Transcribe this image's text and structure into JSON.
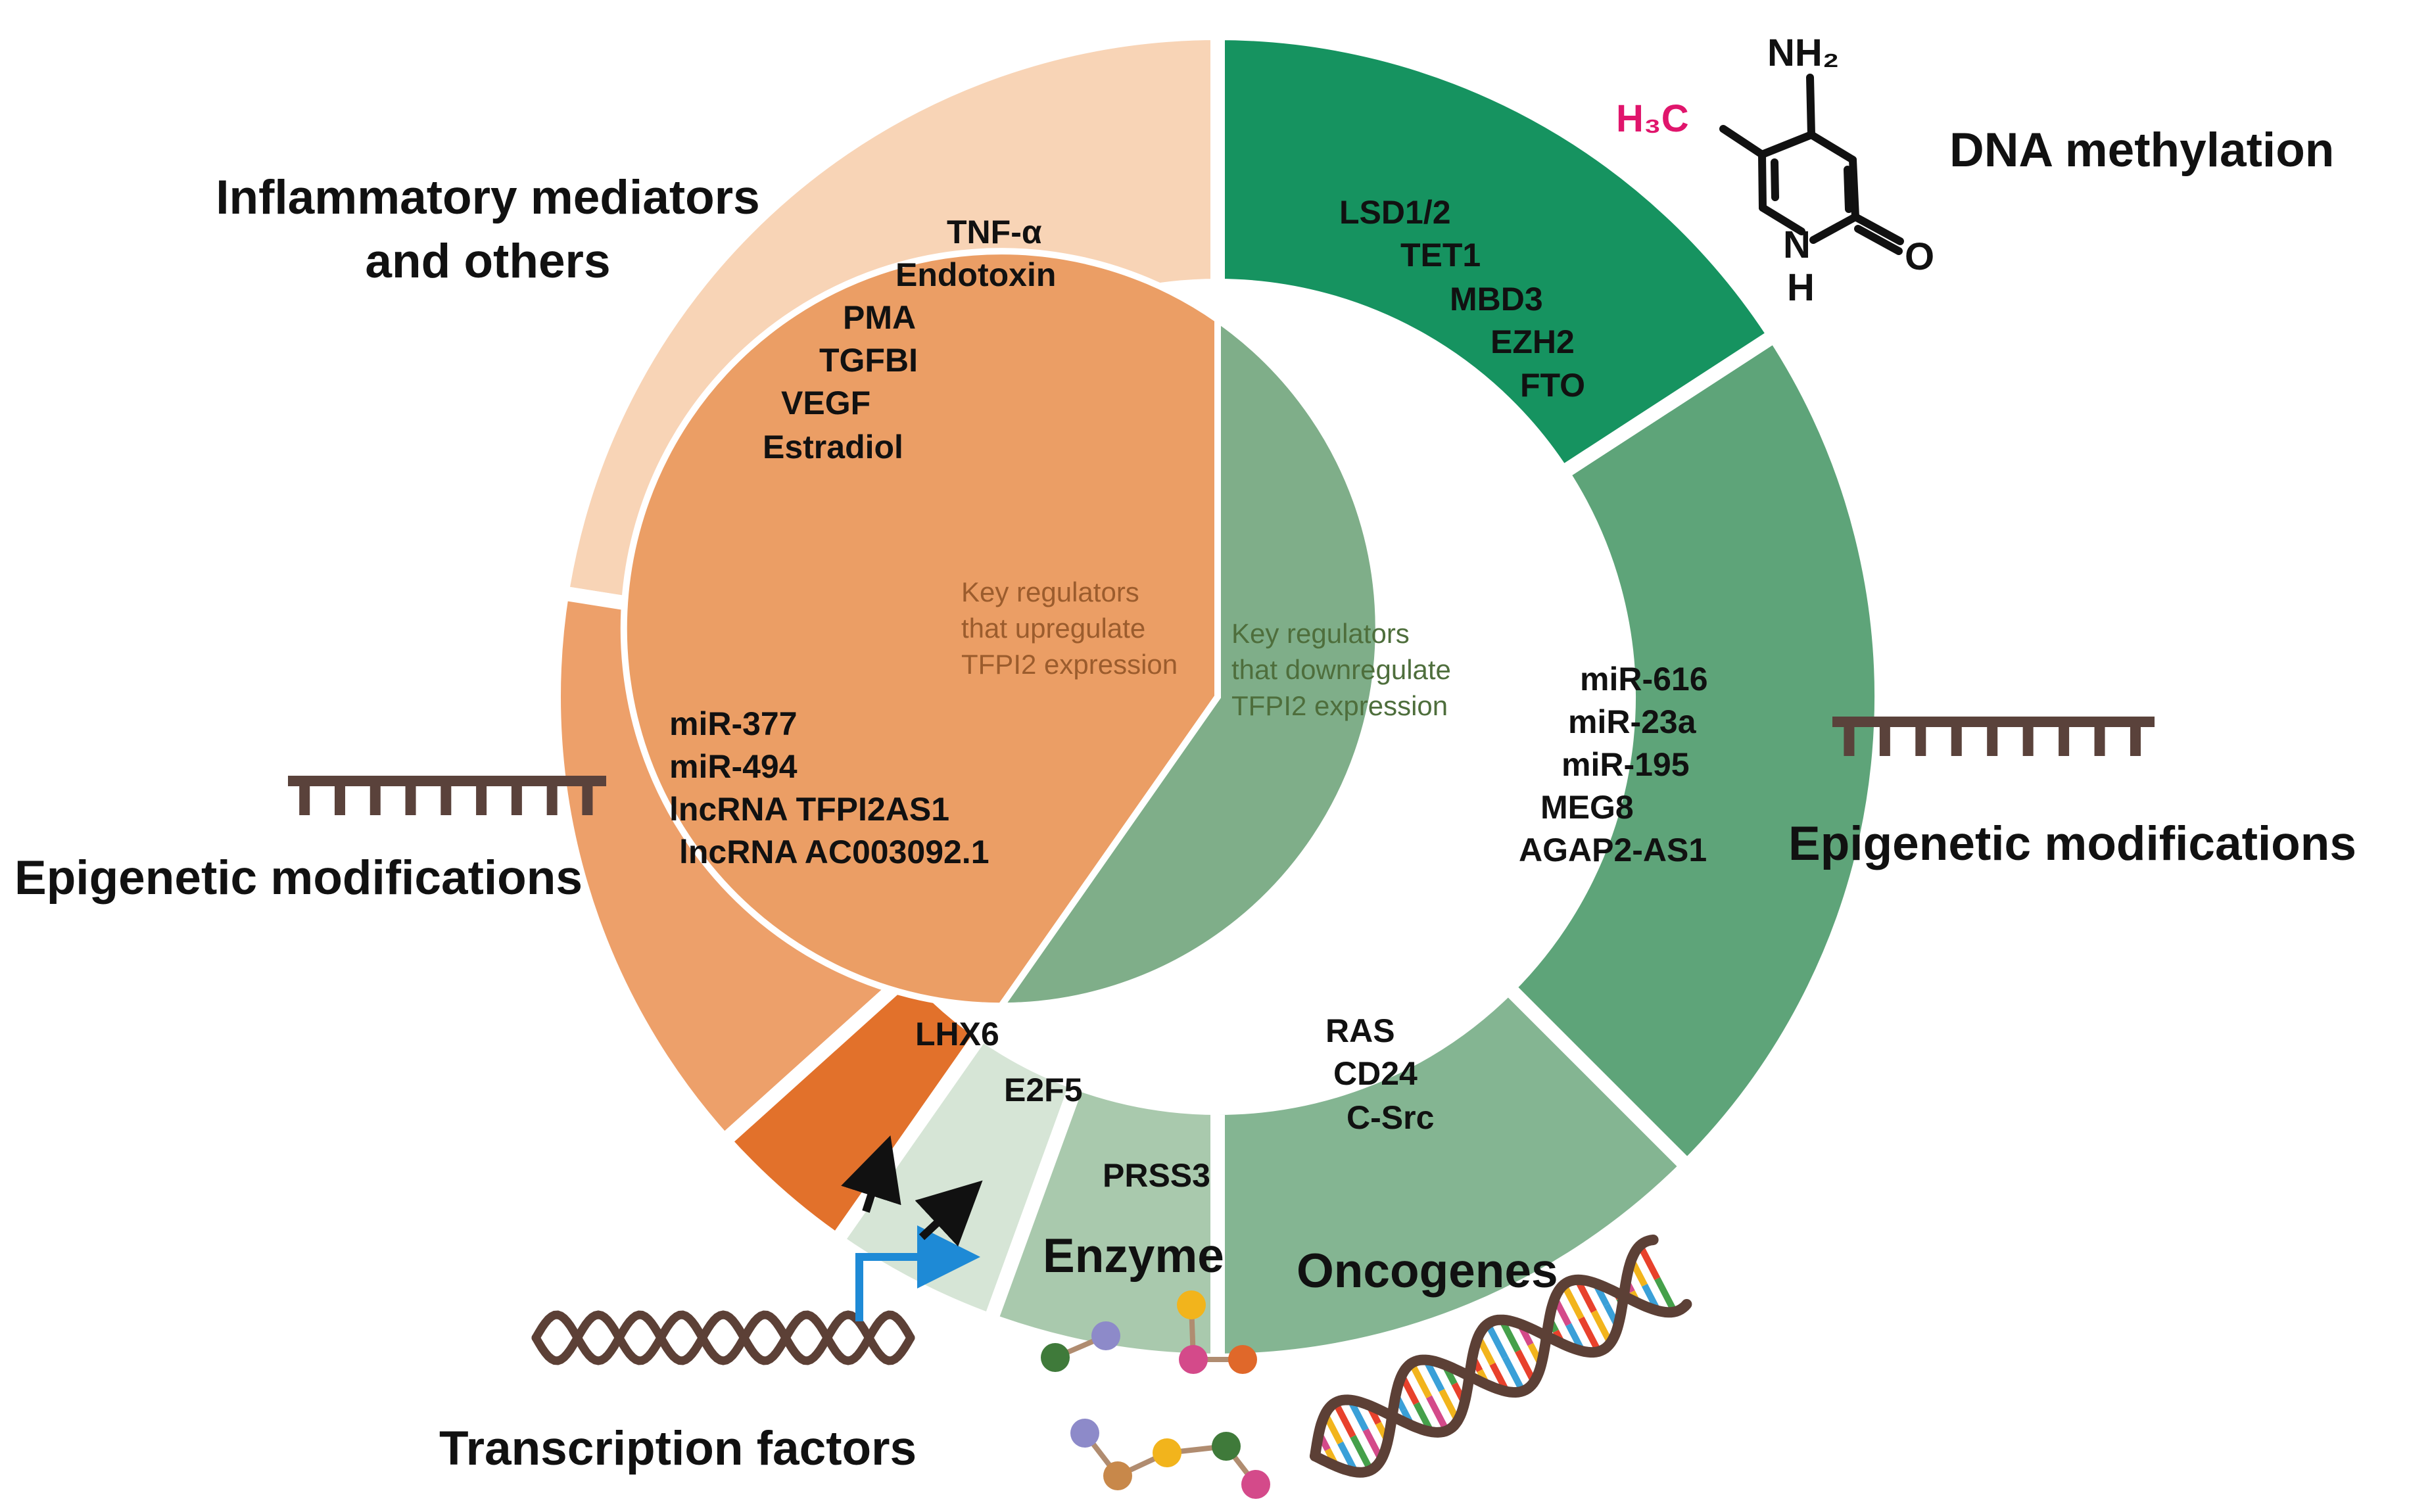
{
  "colors": {
    "inflammatory": "#f8d4b6",
    "epi_up": "#eda06a",
    "lhx6": "#e2712b",
    "e2f5": "#d6e5d6",
    "prss3": "#a9c9ad",
    "oncogenes": "#84b592",
    "epi_down": "#5ea479",
    "dna_meth": "#169360",
    "inner_up": "#eb9e65",
    "inner_down": "#7fae89",
    "text_up": "#9b5c2d",
    "text_down": "#4e6e3c",
    "ladder": "#5a423b",
    "dna_brown": "#5c4036",
    "methyl_pink": "#e0156c",
    "promoter_blue": "#1e8ad6"
  },
  "center": {
    "up": [
      "Key regulators",
      "that upregulate",
      "TFPI2 expression"
    ],
    "down": [
      "Key regulators",
      "that downregulate",
      "TFPI2 expression"
    ]
  },
  "segments": {
    "inflammatory": [
      "TNF-α",
      "Endotoxin",
      "PMA",
      "TGFBI",
      "VEGF",
      "Estradiol"
    ],
    "epi_up": [
      "miR-377",
      "miR-494",
      "lncRNA TFPI2AS1",
      "lncRNA AC003092.1"
    ],
    "lhx6": "LHX6",
    "e2f5": "E2F5",
    "prss3": "PRSS3",
    "oncogenes": [
      "RAS",
      "CD24",
      "C-Src"
    ],
    "epi_down": [
      "miR-616",
      "miR-23a",
      "miR-195",
      "MEG8",
      "AGAP2-AS1"
    ],
    "dna_meth": [
      "LSD1/2",
      "TET1",
      "MBD3",
      "EZH2",
      "FTO"
    ]
  },
  "categories": {
    "inflammatory": [
      "Inflammatory mediators",
      "and others"
    ],
    "epi_left": "Epigenetic modifications",
    "epi_right": "Epigenetic modifications",
    "dna_meth": "DNA methylation",
    "transcription": "Transcription factors",
    "enzyme": "Enzyme",
    "oncogenes": "Oncogenes"
  },
  "molecule": {
    "nh2": "NH₂",
    "h3c": "H₃C",
    "n": "N",
    "h": "H",
    "o": "O"
  }
}
